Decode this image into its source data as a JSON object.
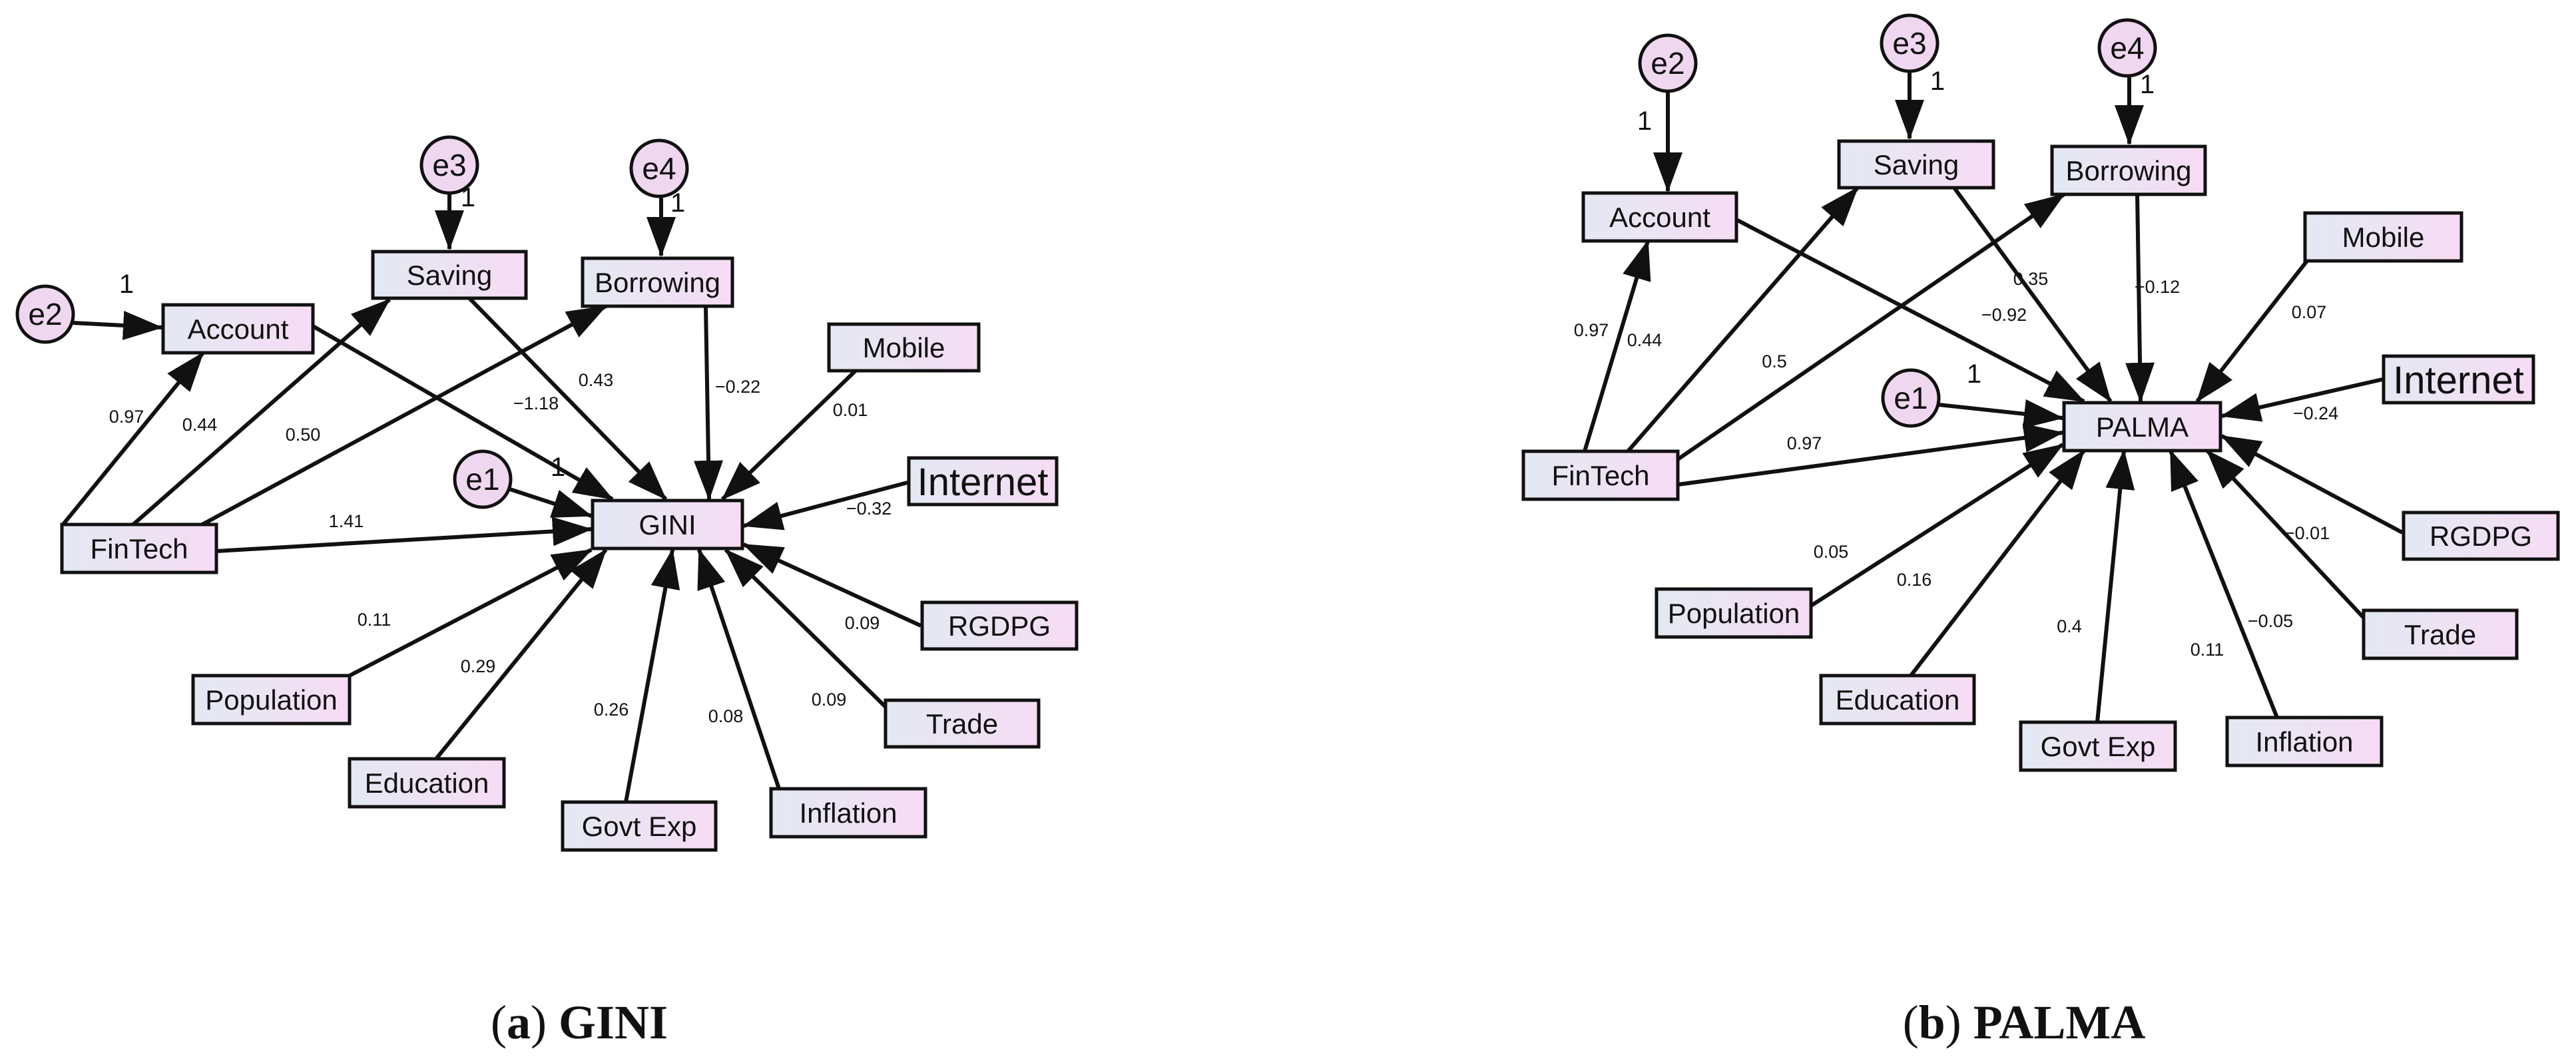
{
  "colors": {
    "box_gradient_left": "#e3e9f2",
    "box_gradient_right": "#f6dcf4",
    "error_fill": "#efd7ef",
    "ink": "#111111"
  },
  "panels": [
    {
      "id": "gini",
      "caption": {
        "letter": "a",
        "title": "GINI"
      },
      "nodes": [
        {
          "id": "account",
          "label": "Account"
        },
        {
          "id": "saving",
          "label": "Saving"
        },
        {
          "id": "borrowing",
          "label": "Borrowing"
        },
        {
          "id": "mobile",
          "label": "Mobile"
        },
        {
          "id": "internet",
          "label": "Internet"
        },
        {
          "id": "fintech",
          "label": "FinTech"
        },
        {
          "id": "outcome",
          "label": "GINI"
        },
        {
          "id": "rgdpg",
          "label": "RGDPG"
        },
        {
          "id": "population",
          "label": "Population"
        },
        {
          "id": "trade",
          "label": "Trade"
        },
        {
          "id": "education",
          "label": "Education"
        },
        {
          "id": "govtexp",
          "label": "Govt Exp"
        },
        {
          "id": "inflation",
          "label": "Inflation"
        }
      ],
      "errors": [
        {
          "id": "e1",
          "label": "e1",
          "weight": "1"
        },
        {
          "id": "e2",
          "label": "e2",
          "weight": "1"
        },
        {
          "id": "e3",
          "label": "e3",
          "weight": "1"
        },
        {
          "id": "e4",
          "label": "e4",
          "weight": "1"
        }
      ],
      "coefficients": {
        "fintech_account": "0.97",
        "fintech_saving": "0.44",
        "fintech_borrowing": "0.50",
        "fintech_outcome": "1.41",
        "account_outcome": "−1.18",
        "saving_outcome": "0.43",
        "borrowing_outcome": "−0.22",
        "mobile_outcome": "0.01",
        "internet_outcome": "−0.32",
        "rgdpg_outcome": "0.09",
        "trade_outcome": "0.09",
        "population_outcome": "0.11",
        "education_outcome": "0.29",
        "govtexp_outcome": "0.26",
        "inflation_outcome": "0.08"
      }
    },
    {
      "id": "palma",
      "caption": {
        "letter": "b",
        "title": "PALMA"
      },
      "nodes": [
        {
          "id": "account",
          "label": "Account"
        },
        {
          "id": "saving",
          "label": "Saving"
        },
        {
          "id": "borrowing",
          "label": "Borrowing"
        },
        {
          "id": "mobile",
          "label": "Mobile"
        },
        {
          "id": "internet",
          "label": "Internet"
        },
        {
          "id": "fintech",
          "label": "FinTech"
        },
        {
          "id": "outcome",
          "label": "PALMA"
        },
        {
          "id": "rgdpg",
          "label": "RGDPG"
        },
        {
          "id": "population",
          "label": "Population"
        },
        {
          "id": "trade",
          "label": "Trade"
        },
        {
          "id": "education",
          "label": "Education"
        },
        {
          "id": "govtexp",
          "label": "Govt Exp"
        },
        {
          "id": "inflation",
          "label": "Inflation"
        }
      ],
      "errors": [
        {
          "id": "e1",
          "label": "e1",
          "weight": "1"
        },
        {
          "id": "e2",
          "label": "e2",
          "weight": "1"
        },
        {
          "id": "e3",
          "label": "e3",
          "weight": "1"
        },
        {
          "id": "e4",
          "label": "e4",
          "weight": "1"
        }
      ],
      "coefficients": {
        "fintech_account": "0.97",
        "fintech_saving": "0.44",
        "fintech_borrowing": "0.5",
        "fintech_outcome": "0.97",
        "account_outcome": "−0.92",
        "saving_outcome": "0.35",
        "borrowing_outcome": "−0.12",
        "mobile_outcome": "0.07",
        "internet_outcome": "−0.24",
        "rgdpg_outcome": "−0.01",
        "trade_outcome": "−0.05",
        "population_outcome": "0.05",
        "education_outcome": "0.16",
        "govtexp_outcome": "0.4",
        "inflation_outcome": "0.11"
      }
    }
  ]
}
